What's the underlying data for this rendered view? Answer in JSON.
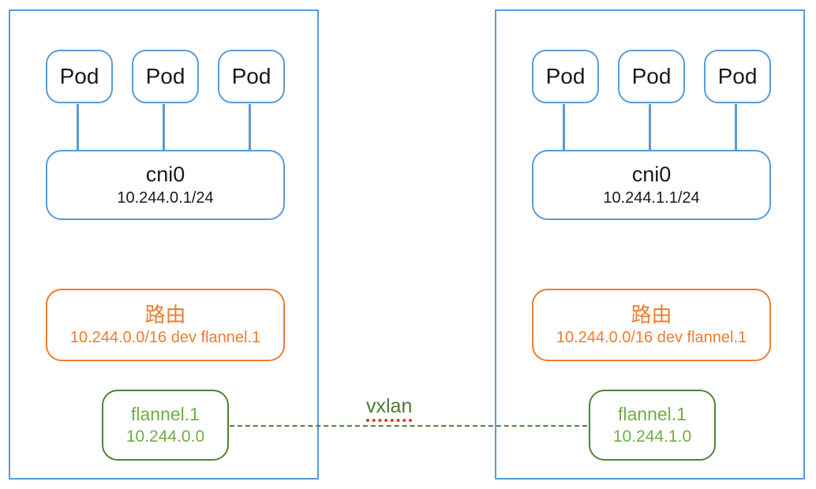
{
  "diagram": {
    "description_hint": "flannel vxlan overlay network between two Kubernetes nodes",
    "nodes": [
      {
        "pods": [
          "Pod",
          "Pod",
          "Pod"
        ],
        "cni0": {
          "title": "cni0",
          "ip": "10.244.0.1/24"
        },
        "route": {
          "title": "路由",
          "rule": "10.244.0.0/16 dev flannel.1"
        },
        "flannel": {
          "title": "flannel.1",
          "ip": "10.244.0.0"
        }
      },
      {
        "pods": [
          "Pod",
          "Pod",
          "Pod"
        ],
        "cni0": {
          "title": "cni0",
          "ip": "10.244.1.1/24"
        },
        "route": {
          "title": "路由",
          "rule": "10.244.0.0/16 dev flannel.1"
        },
        "flannel": {
          "title": "flannel.1",
          "ip": "10.244.1.0"
        }
      }
    ],
    "tunnel": {
      "label": "vxlan"
    },
    "colors": {
      "node_blue": "#5B9BD5",
      "route_orange": "#ED7D31",
      "flannel_border_green": "#548235",
      "flannel_text_green": "#70AD47",
      "vxlan_text_green": "#4E7A2D",
      "spellcheck_red": "#EA3323",
      "text_black": "#1A1A1A"
    }
  }
}
